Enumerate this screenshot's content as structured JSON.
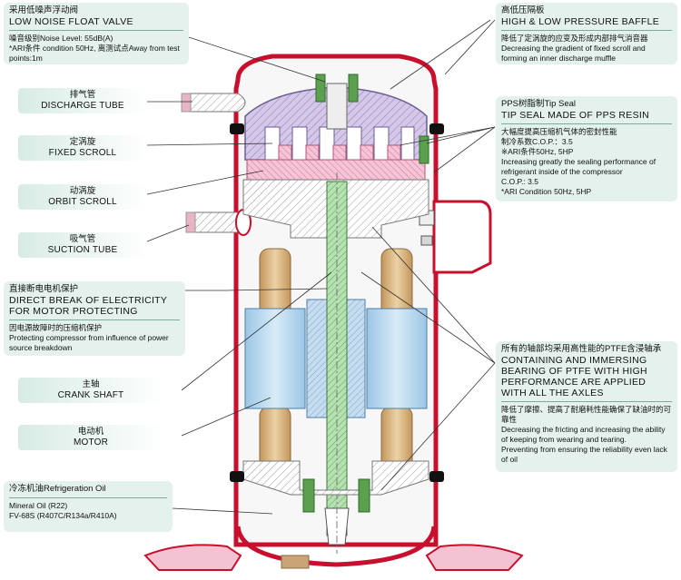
{
  "float_valve": {
    "cn": "采用低噪声浮动阀",
    "en": "LOW NOISE FLOAT VALVE",
    "noise": "噪音级别Noise Level: 55dB(A)",
    "condition": "*ARI条件 condition 50Hz, 离测试点Away from test points:1m"
  },
  "baffle": {
    "cn": "高低压隔板",
    "en": "HIGH & LOW PRESSURE BAFFLE",
    "desc_cn": "降低了定涡旋的应变及形成内部排气消音器",
    "desc_en": "Decreasing the gradient of fixed scroll and forming an inner discharge muffle"
  },
  "tip_seal": {
    "cn": "PPS树脂制Tip  Seal",
    "en": "TIP SEAL MADE OF PPS RESIN",
    "line1": "大幅度提高压缩机气体的密封性能",
    "line2": "制冷系数C.O.P.：3.5",
    "line3": "※ARI条件50Hz, 5HP",
    "line4": "Increasing greatly the sealing performance of refrigerant inside of the compressor",
    "line5": "C.O.P.: 3.5",
    "line6": "*ARI Condition 50Hz, 5HP"
  },
  "labels": [
    {
      "cn": "排气管",
      "en": "DISCHARGE TUBE"
    },
    {
      "cn": "定涡旋",
      "en": "FIXED SCROLL"
    },
    {
      "cn": "动涡旋",
      "en": "ORBIT SCROLL"
    },
    {
      "cn": "吸气管",
      "en": "SUCTION TUBE"
    }
  ],
  "motor_protect": {
    "cn": "直接断电电机保护",
    "en1": "DIRECT BREAK OF ELECTRICITY",
    "en2": "FOR MOTOR PROTECTING",
    "desc_cn": "因电源故障时的压缩机保护",
    "desc_en": "Protecting compressor from influence of power source breakdown"
  },
  "crank": {
    "cn": "主轴",
    "en": "CRANK SHAFT"
  },
  "motor": {
    "cn": "电动机",
    "en": "MOTOR"
  },
  "bearing": {
    "cn": "所有的轴部均采用高性能的PTFE含浸轴承",
    "en": "CONTAINING AND IMMERSING BEARING OF PTFE WITH HIGH PERFORMANCE ARE APPLIED WITH ALL THE AXLES",
    "desc_cn": "降低了摩擦、提高了耐磨耗性能确保了缺油时的可靠性",
    "desc_en1": "Decreasing the fricting and increasing the ability of keeping from wearing and tearing.",
    "desc_en2": "Preventing from ensuring the reliability even lack of oil"
  },
  "oil": {
    "title": "冷冻机油Refrigeration Oil",
    "line1": "Mineral Oil  (R22)",
    "line2": "FV-68S  (R407C/R134a/R410A)"
  },
  "colors": {
    "shell": "#c8102e",
    "box_bg": "#e4f1ec",
    "lilac": "#c9b8e2",
    "pink": "#f2b6cc",
    "stator": "#b7d7ec",
    "winding": "#d9b47f",
    "shaft": "#a8dca6"
  }
}
